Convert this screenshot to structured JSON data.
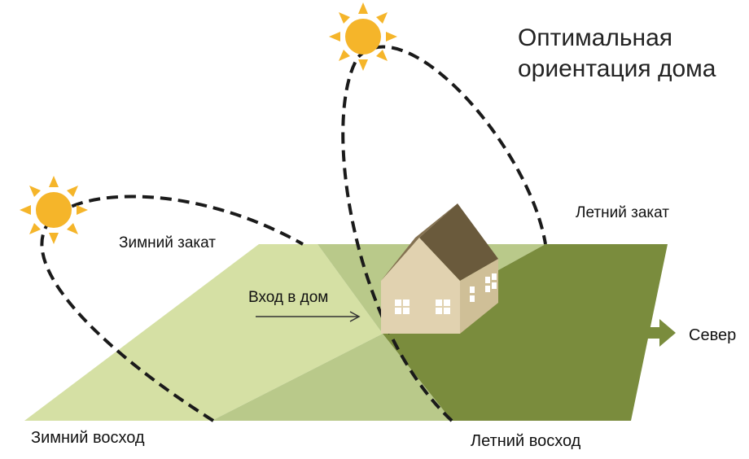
{
  "title": {
    "line1": "Оптимальная",
    "line2": "ориентация дома"
  },
  "labels": {
    "winter_sunset": "Зимний закат",
    "summer_sunset": "Летний закат",
    "entrance": "Вход в дом",
    "north": "Север",
    "winter_sunrise": "Зимний восход",
    "summer_sunrise": "Летний восход"
  },
  "colors": {
    "ground_light": "#d5e0a4",
    "ground_mid": "#b9c98a",
    "ground_dark": "#7a8c3d",
    "house_wall": "#e1d2b0",
    "house_roof": "#6a5a3c",
    "sun": "#f5b52a"
  },
  "icons": {
    "sun": "sun-icon",
    "house": "house-icon",
    "north_arrow": "arrow-right-icon"
  }
}
